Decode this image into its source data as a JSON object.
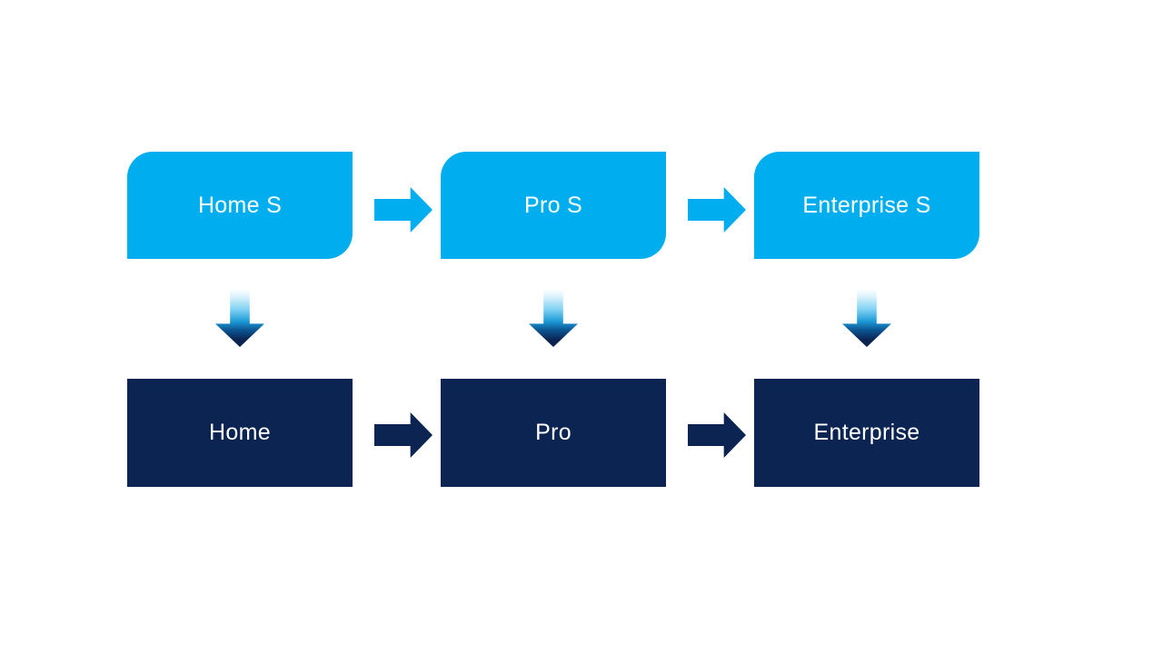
{
  "page": {
    "background_color": "#FFFFFF"
  },
  "diagram": {
    "type": "process-flow",
    "columns": [
      {
        "top": "Home S",
        "bottom": "Home"
      },
      {
        "top": "Pro S",
        "bottom": "Pro"
      },
      {
        "top": "Enterprise S",
        "bottom": "Enterprise"
      }
    ],
    "colors": {
      "top_box_fill": "#00AEEF",
      "bottom_box_fill": "#0B2451",
      "label_text": "#FFFFFF",
      "down_arrow_gradient": [
        "#FFFFFF",
        "#29ABE2",
        "#0A2351"
      ]
    },
    "icons": {
      "horizontal_connector": "right-arrow-icon",
      "vertical_connector": "down-arrow-icon"
    }
  }
}
